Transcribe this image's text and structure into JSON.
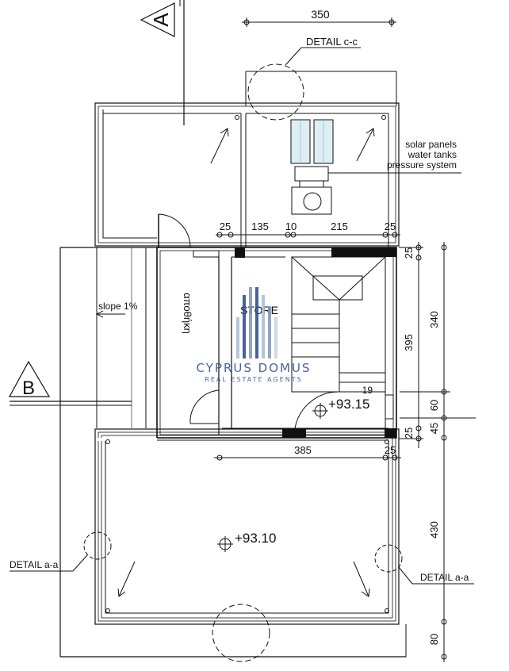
{
  "section_markers": {
    "a": "A",
    "b": "B"
  },
  "dimensions": {
    "top_width": "350",
    "row_25_left": "25",
    "row_135": "135",
    "row_10": "10",
    "row_215": "215",
    "row_25_right": "25",
    "right_25_top": "25",
    "right_395": "395",
    "right_25_bottom": "25",
    "bottom_385": "385",
    "bottom_25": "25",
    "far_340": "340",
    "far_60": "60",
    "far_45": "45",
    "far_430": "430",
    "far_80": "80",
    "stair_count": "19"
  },
  "labels": {
    "detail_cc": "DETAIL c-c",
    "detail_aa_left": "DETAIL a-a",
    "detail_aa_right": "DETAIL a-a",
    "equipment_1": "solar panels",
    "equipment_2": "water tanks",
    "equipment_3": "pressure system",
    "slope": "slope  1%",
    "room_vertical": "αποθήκη",
    "store": "STORE",
    "level_upper": "+93.15",
    "level_lower": "+93.10"
  },
  "watermark": {
    "name": "CYPRUS DOMUS",
    "tagline": "REAL ESTATE AGENTS",
    "color": "#2a4a8a"
  }
}
